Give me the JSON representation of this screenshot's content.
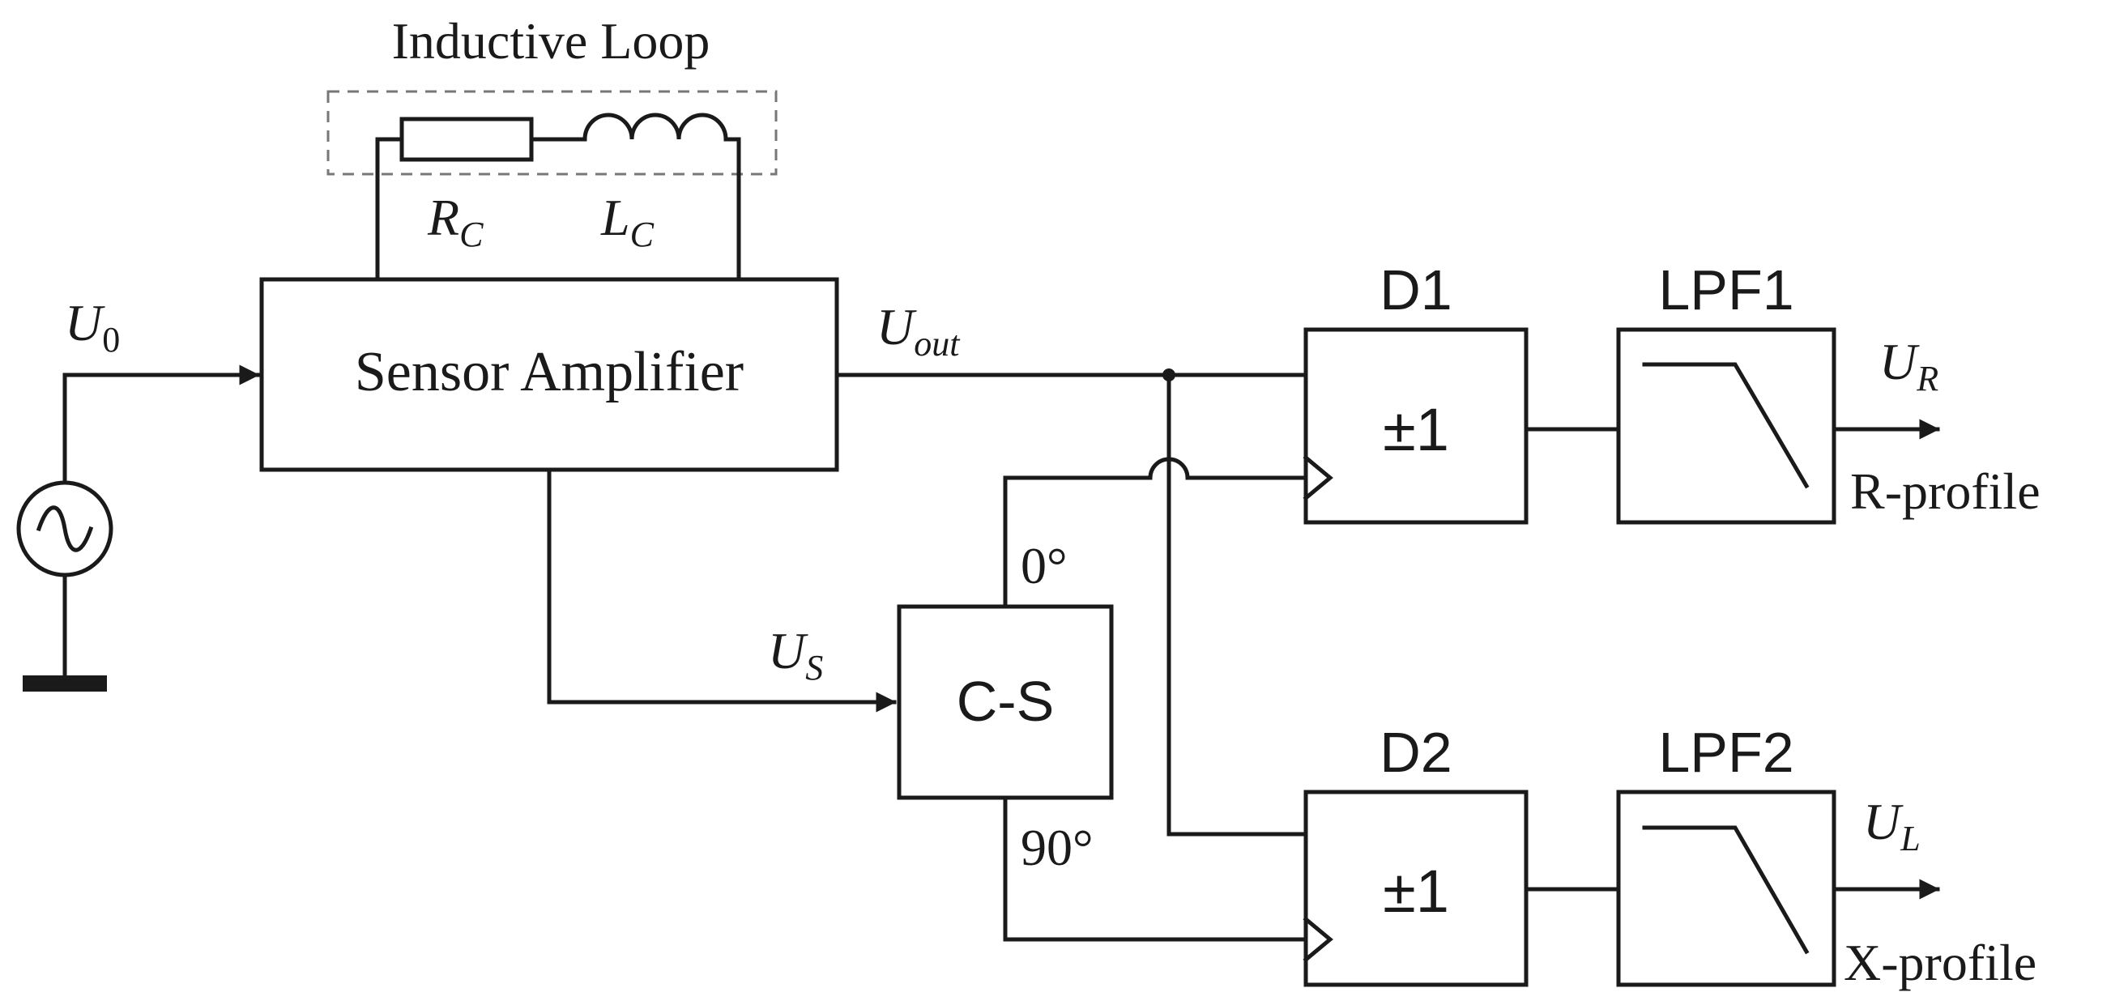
{
  "inductive_loop": {
    "title": "Inductive Loop",
    "resistor": {
      "symbol": "R",
      "subscript": "C"
    },
    "inductor": {
      "symbol": "L",
      "subscript": "C"
    }
  },
  "source": {
    "symbol": "U",
    "subscript": "0"
  },
  "sensor_amplifier": {
    "label": "Sensor Amplifier"
  },
  "output_signal": {
    "symbol": "U",
    "subscript": "out"
  },
  "sense_signal": {
    "symbol": "U",
    "subscript": "S"
  },
  "cs_block": {
    "label": "C-S",
    "phase_0": "0°",
    "phase_90": "90°"
  },
  "detector1": {
    "name": "D1",
    "symbol": "±1"
  },
  "detector2": {
    "name": "D2",
    "symbol": "±1"
  },
  "lpf1": {
    "name": "LPF1"
  },
  "lpf2": {
    "name": "LPF2"
  },
  "output_r": {
    "symbol": "U",
    "subscript": "R",
    "profile": "R-profile"
  },
  "output_l": {
    "symbol": "U",
    "subscript": "L",
    "profile": "X-profile"
  }
}
